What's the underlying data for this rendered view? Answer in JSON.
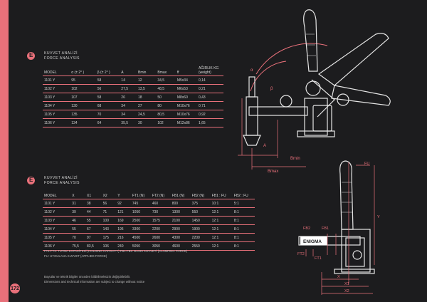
{
  "page_number": "172",
  "section1": {
    "title_tr": "KUVVET ANALİZİ",
    "title_en": "FORCE ANALYSIS",
    "headers": [
      "MODEL",
      "α (± 2° )",
      "β (± 2° )",
      "A",
      "Bmin",
      "Bmax",
      "ff",
      "AĞIRLIK KG (weight)"
    ],
    "rows": [
      [
        "1101 Y",
        "95",
        "58",
        "14",
        "12",
        "34,5",
        "M5x34",
        "0,14"
      ],
      [
        "1102 Y",
        "102",
        "56",
        "27,5",
        "13,5",
        "48,5",
        "M6x53",
        "0,21"
      ],
      [
        "1103 Y",
        "107",
        "58",
        "26",
        "18",
        "50",
        "M8x60",
        "0,43"
      ],
      [
        "1104 Y",
        "130",
        "68",
        "34",
        "27",
        "80",
        "M10x76",
        "0,71"
      ],
      [
        "1105 Y",
        "135",
        "70",
        "34",
        "24,5",
        "80,5",
        "M10x76",
        "0,92"
      ],
      [
        "1106 Y",
        "134",
        "64",
        "35,5",
        "30",
        "102",
        "M12x86",
        "1,65"
      ]
    ]
  },
  "section2": {
    "title_tr": "KUVVET ANALİZİ",
    "title_en": "FORCE ANALYSIS",
    "headers": [
      "MODEL",
      "X",
      "X1",
      "X2",
      "Y",
      "FT1 (N)",
      "FT2 (N)",
      "FB1 (N)",
      "FB2 (N)",
      "FB1 : FU",
      "FB2 : FU"
    ],
    "rows": [
      [
        "1101 Y",
        "31",
        "38",
        "56",
        "92",
        "745",
        "460",
        "800",
        "375",
        "10:1",
        "5:1"
      ],
      [
        "1102 Y",
        "39",
        "44",
        "71",
        "121",
        "1050",
        "730",
        "1300",
        "550",
        "12:1",
        "8:1"
      ],
      [
        "1103 Y",
        "46",
        "55",
        "100",
        "169",
        "2500",
        "1575",
        "2100",
        "1450",
        "12:1",
        "8:1"
      ],
      [
        "1104 Y",
        "55",
        "67",
        "143",
        "195",
        "3300",
        "2200",
        "2900",
        "1900",
        "12:1",
        "8:1"
      ],
      [
        "1105 Y",
        "70",
        "97",
        "175",
        "216",
        "4500",
        "2600",
        "4300",
        "2200",
        "12:1",
        "8:1"
      ],
      [
        "1106 Y",
        "75,5",
        "83,5",
        "106",
        "240",
        "5050",
        "3050",
        "4600",
        "2550",
        "12:1",
        "8:1"
      ]
    ],
    "note1": "FT1-FT2: TUTMA KAPASİTESİ (HOLDING CAPACITY)  FB1-FB2: BASKI KUVVETİ (CLAMPING FORCE)",
    "note2": "FU: UYGULANA KUVVET (APPLIED FORCE)"
  },
  "disclaimer_tr": "Boyutlar ve teknik bilgiler önceden bildirilmeksizin değiştirilebilir.",
  "disclaimer_en": "Dimensions and technical information are subject to change without notice",
  "drawing1_labels": {
    "alpha": "α",
    "beta": "β",
    "a": "A",
    "bmin": "Bmin",
    "bmax": "Bmax"
  },
  "drawing2_labels": {
    "fu": "FU",
    "fb2": "FB2",
    "fb1": "FB1",
    "ft2": "FT2",
    "ft1": "FT1",
    "y": "Y",
    "x": "X",
    "x1": "X1",
    "x2": "X2",
    "brand": "ENIGMA"
  },
  "colors": {
    "accent": "#e8707a",
    "background": "#1c1c1e",
    "line": "#e6e6e6"
  }
}
